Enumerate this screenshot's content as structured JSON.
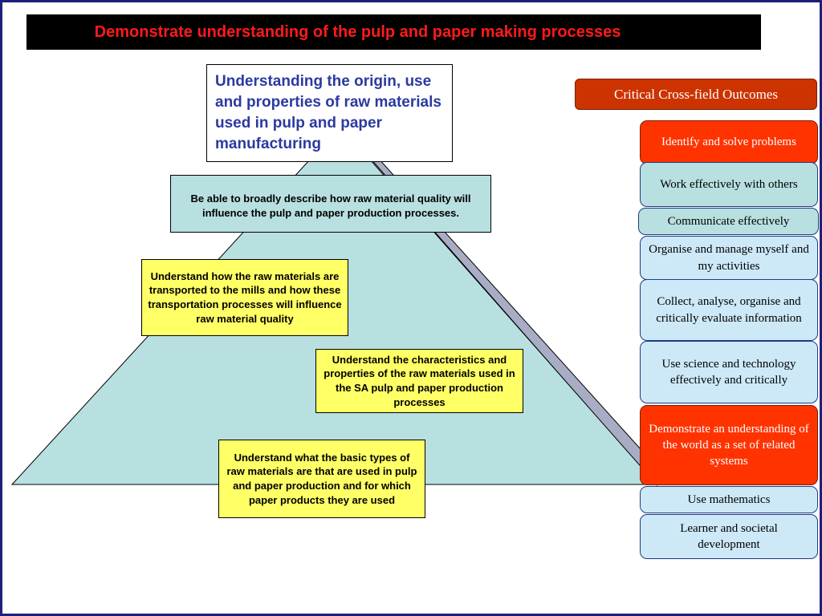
{
  "title": "Demonstrate understanding of the pulp and paper making processes",
  "pyramid": {
    "apex_box": "Understanding the origin, use and properties of raw materials used in pulp and paper manufacturing",
    "describe_box": "Be able to broadly describe how raw material quality will influence the pulp and paper production processes.",
    "transport_box": "Understand how the raw materials are transported to the mills and how these transportation processes will influence raw material quality",
    "characteristics_box": "Understand the characteristics and properties of the raw materials used in the SA pulp and paper production processes",
    "types_box": "Understand what the basic types of raw materials are that are used in pulp and paper production and for which paper products they are used"
  },
  "outcomes": {
    "header": "Critical Cross-field Outcomes",
    "items": [
      {
        "label": "Identify and solve problems",
        "style": "red"
      },
      {
        "label": "Work effectively with others",
        "style": "teal"
      },
      {
        "label": "Communicate effectively",
        "style": "teal"
      },
      {
        "label": "Organise and manage myself and my activities",
        "style": "light"
      },
      {
        "label": "Collect, analyse, organise and critically evaluate information",
        "style": "light"
      },
      {
        "label": "Use science and technology effectively and critically",
        "style": "light"
      },
      {
        "label": "Demonstrate an understanding of the world as a set of related systems",
        "style": "red"
      },
      {
        "label": "Use mathematics",
        "style": "light"
      },
      {
        "label": "Learner and societal development",
        "style": "light"
      }
    ]
  },
  "colors": {
    "title_text": "#ff1a1a",
    "pyramid_fill": "#b8e0e0",
    "pyramid_shadow": "#a8acc4",
    "yellow_box": "#ffff66",
    "highlight_red": "#ff3300",
    "header_red": "#cc3300",
    "light_blue": "#cde9f8"
  }
}
